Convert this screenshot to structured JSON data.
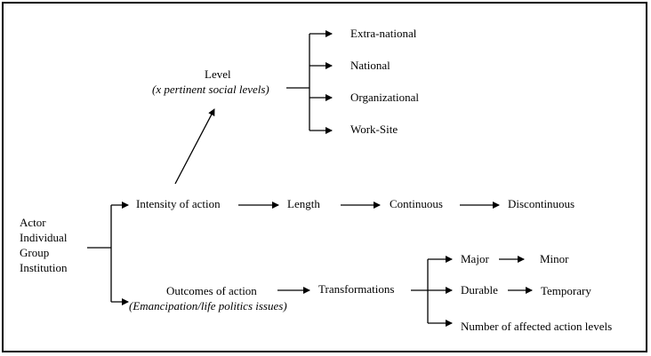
{
  "diagram": {
    "actor": [
      "Actor",
      "Individual",
      "Group",
      "Institution"
    ],
    "level": {
      "title": "Level",
      "subtitle": "(x pertinent social levels)"
    },
    "levels": [
      "Extra-national",
      "National",
      "Organizational",
      "Work-Site"
    ],
    "intensity": {
      "label": "Intensity of action",
      "chain": [
        "Length",
        "Continuous",
        "Discontinuous"
      ]
    },
    "outcomes": {
      "label": "Outcomes of action",
      "subtitle": "(Emancipation/life politics issues)"
    },
    "transformations": {
      "label": "Transformations"
    },
    "transform_items": [
      {
        "from": "Major",
        "to": "Minor"
      },
      {
        "from": "Durable",
        "to": "Temporary"
      },
      {
        "from": "Number of affected action levels",
        "to": ""
      }
    ],
    "colors": {
      "line": "#000000",
      "background": "#ffffff"
    }
  }
}
